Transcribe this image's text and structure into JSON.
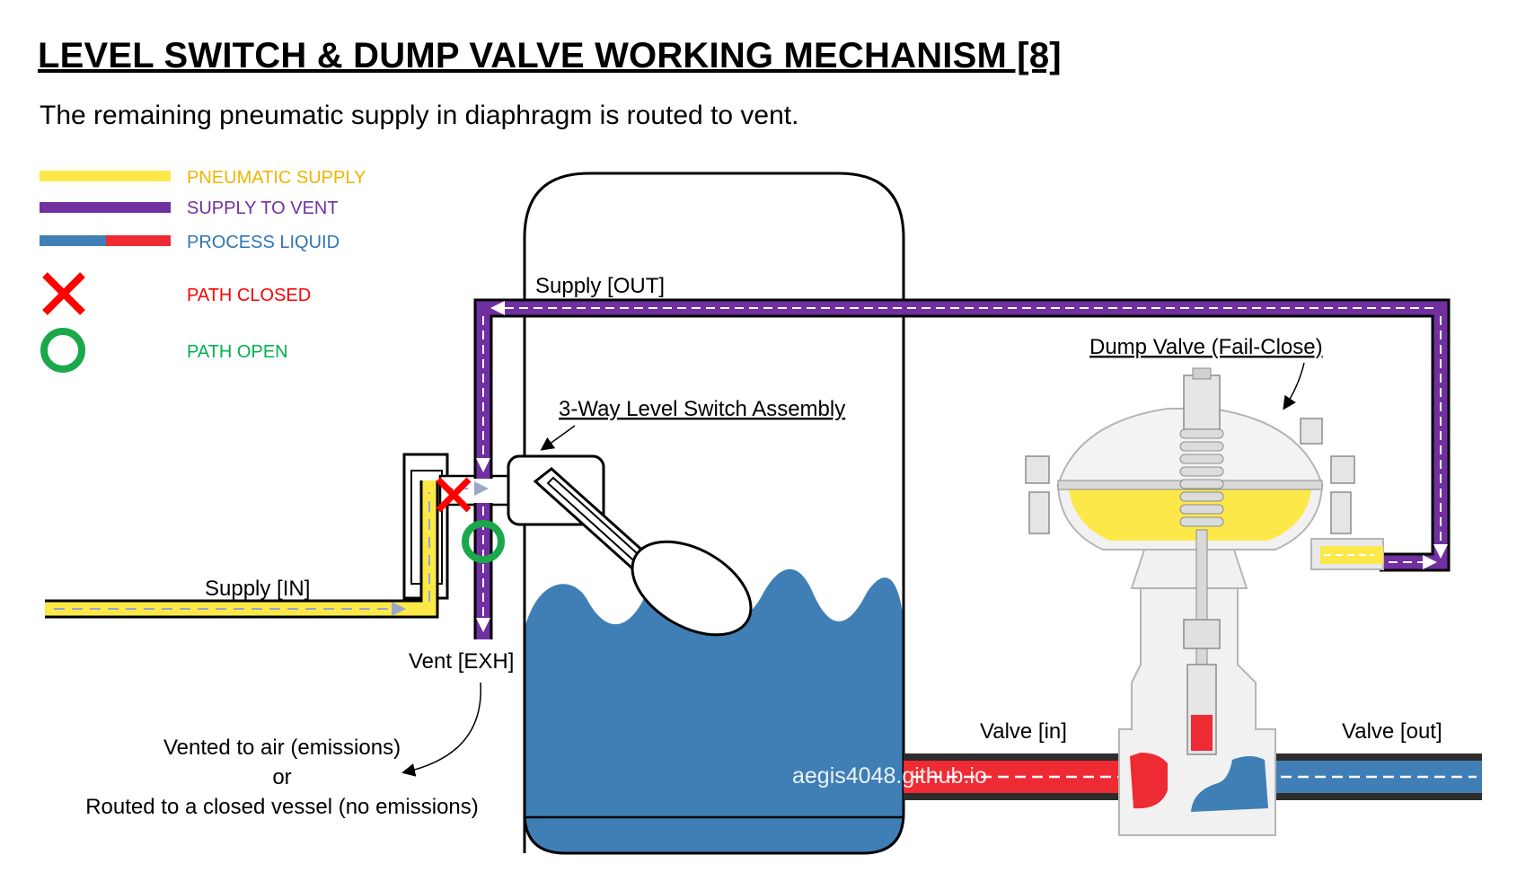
{
  "title": "LEVEL SWITCH & DUMP VALVE WORKING MECHANISM [8]",
  "subtitle": "The remaining pneumatic supply in diaphragm is routed to vent.",
  "legend": {
    "pneumatic_supply": "PNEUMATIC SUPPLY",
    "supply_to_vent": "SUPPLY TO VENT",
    "process_liquid": "PROCESS LIQUID",
    "path_closed": "PATH CLOSED",
    "path_open": "PATH OPEN"
  },
  "labels": {
    "supply_out": "Supply [OUT]",
    "supply_in": "Supply [IN]",
    "vent_exh": "Vent [EXH]",
    "level_switch": "3-Way Level Switch Assembly",
    "dump_valve": "Dump Valve (Fail-Close)",
    "valve_in": "Valve [in]",
    "valve_out": "Valve [out]",
    "vent_note_1": "Vented to air (emissions)",
    "vent_note_2": "or",
    "vent_note_3": "Routed to a closed vessel (no emissions)",
    "watermark": "aegis4048.github.io"
  },
  "colors": {
    "pneumatic": "#fde84a",
    "vent": "#7030a0",
    "liquid_blue": "#3f7fb5",
    "liquid_red": "#ee2a33",
    "closed": "#ff0000",
    "open": "#1aa84a",
    "legend_pneumatic_text": "#f0b400",
    "legend_vent_text": "#7030a0",
    "legend_liquid_text": "#2e75b6",
    "legend_closed_text": "#ff0000",
    "legend_open_text": "#00b050"
  }
}
